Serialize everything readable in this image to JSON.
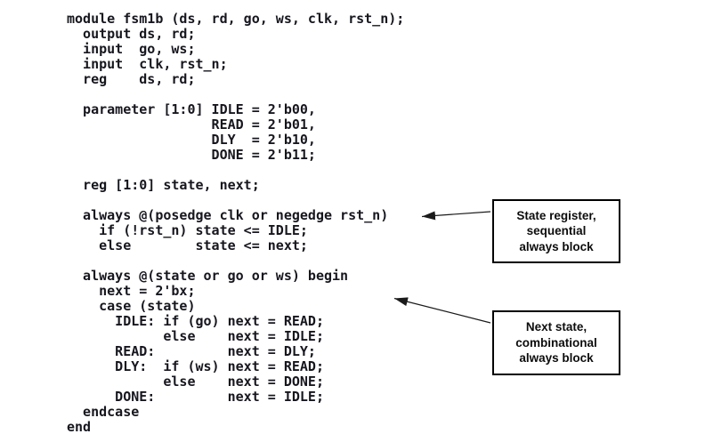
{
  "page": {
    "background_color": "#ffffff",
    "code_text_color": "#16161e",
    "note_border_color": "#000000",
    "note_text_color": "#0d0d0d",
    "arrow_color": "#1a1a1a"
  },
  "code": {
    "language": "verilog",
    "lines": [
      "module fsm1b (ds, rd, go, ws, clk, rst_n);",
      "  output ds, rd;",
      "  input  go, ws;",
      "  input  clk, rst_n;",
      "  reg    ds, rd;",
      "",
      "  parameter [1:0] IDLE = 2'b00,",
      "                  READ = 2'b01,",
      "                  DLY  = 2'b10,",
      "                  DONE = 2'b11;",
      "",
      "  reg [1:0] state, next;",
      "",
      "  always @(posedge clk or negedge rst_n)",
      "    if (!rst_n) state <= IDLE;",
      "    else        state <= next;",
      "",
      "  always @(state or go or ws) begin",
      "    next = 2'bx;",
      "    case (state)",
      "      IDLE: if (go) next = READ;",
      "            else    next = IDLE;",
      "      READ:         next = DLY;",
      "      DLY:  if (ws) next = READ;",
      "            else    next = DONE;",
      "      DONE:         next = IDLE;",
      "  endcase",
      "end"
    ]
  },
  "annotations": [
    {
      "id": "state-register-note",
      "arrow_icon": "left-arrow-icon",
      "lines": [
        "State register,",
        "sequential",
        "always block"
      ]
    },
    {
      "id": "next-state-note",
      "arrow_icon": "up-left-arrow-icon",
      "lines": [
        "Next state,",
        "combinational",
        "always block"
      ]
    }
  ]
}
